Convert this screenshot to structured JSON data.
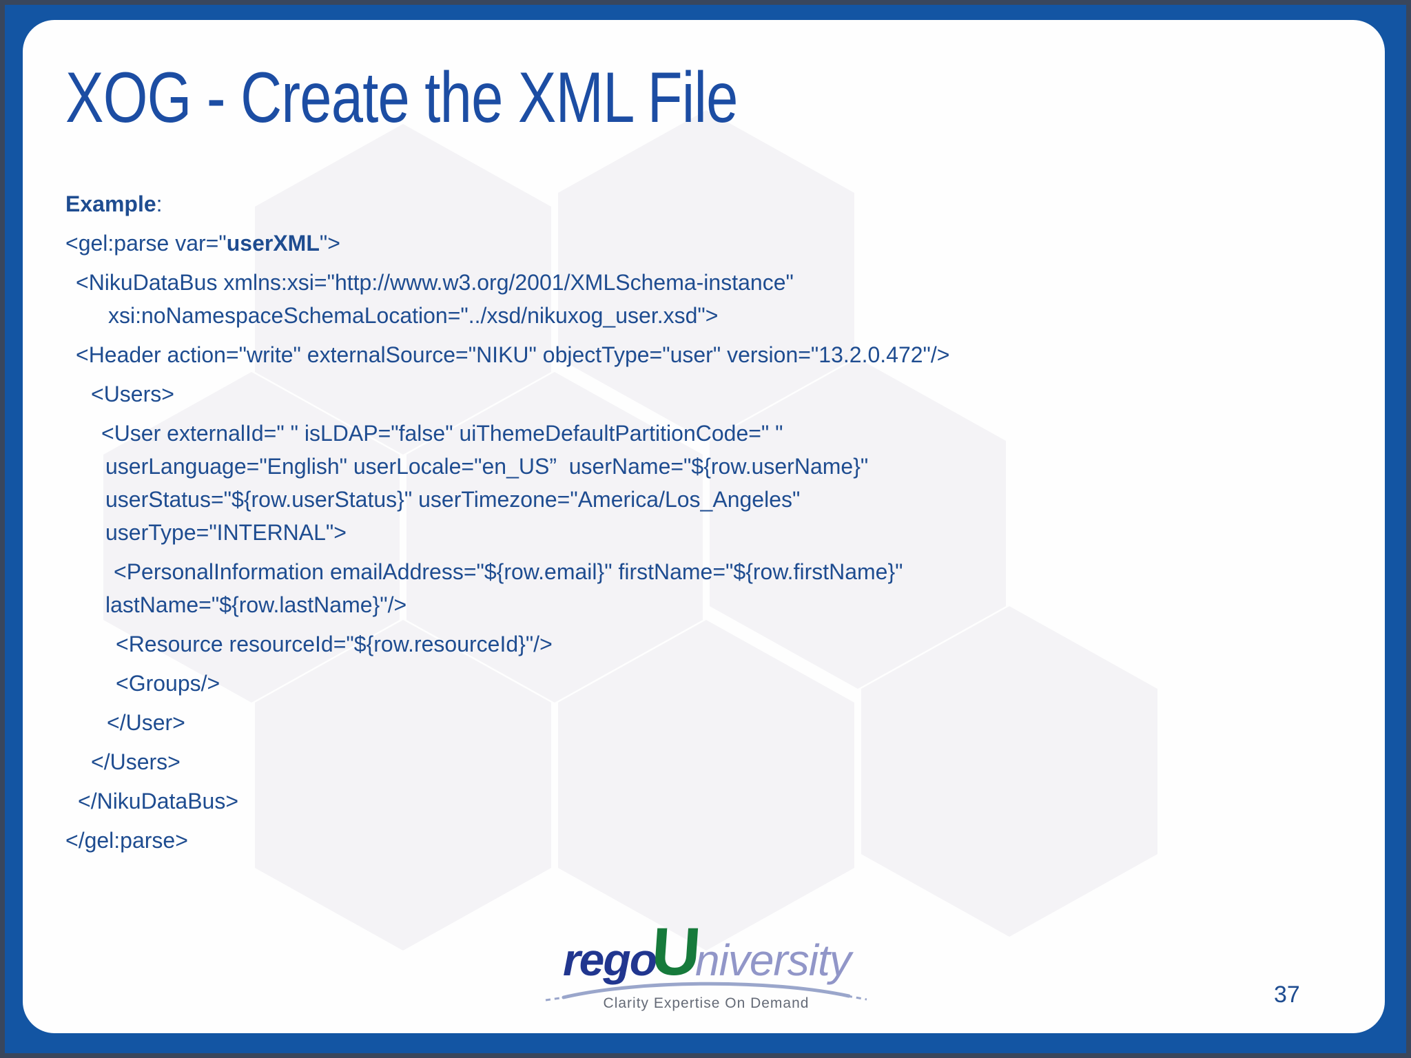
{
  "slide": {
    "title": "XOG - Create the XML File",
    "page_number": "37",
    "colors": {
      "frame_blue": "#1355a3",
      "outer_edge": "#39465c",
      "title_text": "#1c4da3",
      "body_text": "#1e4c90",
      "logo_rego": "#21368f",
      "logo_u_green": "#167a3b",
      "logo_niversity": "#9196c8",
      "tagline_gray": "#646a76"
    },
    "code": {
      "paragraphs": [
        {
          "lines": [
            {
              "indent": 0,
              "segments": [
                {
                  "text": "Example",
                  "bold": true
                },
                {
                  "text": ":",
                  "bold": false
                }
              ]
            }
          ]
        },
        {
          "lines": [
            {
              "indent": 0,
              "segments": [
                {
                  "text": "<gel:parse var=\"",
                  "bold": false
                },
                {
                  "text": "userXML",
                  "bold": true
                },
                {
                  "text": "\">",
                  "bold": false
                }
              ]
            }
          ]
        },
        {
          "lines": [
            {
              "indent": 15,
              "segments": [
                {
                  "text": "<NikuDataBus xmlns:xsi=\"http://www.w3.org/2001/XMLSchema-instance\"",
                  "bold": false
                }
              ]
            },
            {
              "indent": 62,
              "segments": [
                {
                  "text": "xsi:noNamespaceSchemaLocation=\"../xsd/nikuxog_user.xsd\">",
                  "bold": false
                }
              ]
            }
          ]
        },
        {
          "lines": [
            {
              "indent": 15,
              "segments": [
                {
                  "text": "<Header action=\"write\" externalSource=\"NIKU\" objectType=\"user\" version=\"13.2.0.472\"/>",
                  "bold": false
                }
              ]
            }
          ]
        },
        {
          "lines": [
            {
              "indent": 37,
              "segments": [
                {
                  "text": "<Users>",
                  "bold": false
                }
              ]
            }
          ]
        },
        {
          "lines": [
            {
              "indent": 52,
              "segments": [
                {
                  "text": "<User externalId=\" \" isLDAP=\"false\" uiThemeDefaultPartitionCode=\" \"",
                  "bold": false
                }
              ]
            },
            {
              "indent": 58,
              "segments": [
                {
                  "text": "userLanguage=\"English\" userLocale=\"en_US”  userName=\"${row.userName}\"",
                  "bold": false
                }
              ]
            },
            {
              "indent": 58,
              "segments": [
                {
                  "text": "userStatus=\"${row.userStatus}\" userTimezone=\"America/Los_Angeles\"",
                  "bold": false
                }
              ]
            },
            {
              "indent": 58,
              "segments": [
                {
                  "text": "userType=\"INTERNAL\">",
                  "bold": false
                }
              ]
            }
          ]
        },
        {
          "lines": [
            {
              "indent": 70,
              "segments": [
                {
                  "text": "<PersonalInformation emailAddress=\"${row.email}\" firstName=\"${row.firstName}\"",
                  "bold": false
                }
              ]
            },
            {
              "indent": 58,
              "segments": [
                {
                  "text": "lastName=\"${row.lastName}\"/>",
                  "bold": false
                }
              ]
            }
          ]
        },
        {
          "lines": [
            {
              "indent": 73,
              "segments": [
                {
                  "text": "<Resource resourceId=\"${row.resourceId}\"/>",
                  "bold": false
                }
              ]
            }
          ]
        },
        {
          "lines": [
            {
              "indent": 73,
              "segments": [
                {
                  "text": "<Groups/>",
                  "bold": false
                }
              ]
            }
          ]
        },
        {
          "lines": [
            {
              "indent": 60,
              "segments": [
                {
                  "text": "</User>",
                  "bold": false
                }
              ]
            }
          ]
        },
        {
          "lines": [
            {
              "indent": 37,
              "segments": [
                {
                  "text": "</Users>",
                  "bold": false
                }
              ]
            }
          ]
        },
        {
          "lines": [
            {
              "indent": 18,
              "segments": [
                {
                  "text": "</NikuDataBus>",
                  "bold": false
                }
              ]
            }
          ]
        },
        {
          "lines": [
            {
              "indent": 0,
              "segments": [
                {
                  "text": "</gel:parse>",
                  "bold": false
                }
              ]
            }
          ]
        }
      ]
    },
    "logo": {
      "rego": "rego",
      "u": "U",
      "niversity": "niversity",
      "tagline": "Clarity Expertise On Demand"
    }
  }
}
